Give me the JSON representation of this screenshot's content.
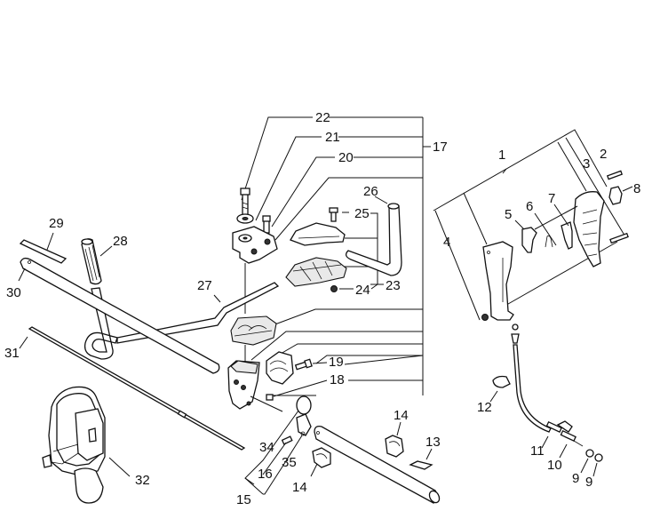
{
  "diagram": {
    "title": "Handle, shaft and harness exploded parts diagram",
    "labels": {
      "p1": "1",
      "p2": "2",
      "p3": "3",
      "p4": "4",
      "p5": "5",
      "p6": "6",
      "p7": "7",
      "p8": "8",
      "p9a": "9",
      "p9b": "9",
      "p10": "10",
      "p11": "11",
      "p12": "12",
      "p13": "13",
      "p14a": "14",
      "p14b": "14",
      "p15": "15",
      "p16": "16",
      "p17": "17",
      "p18": "18",
      "p19": "19",
      "p20": "20",
      "p21": "21",
      "p22": "22",
      "p23": "23",
      "p24": "24",
      "p25": "25",
      "p26": "26",
      "p27": "27",
      "p28": "28",
      "p29": "29",
      "p30": "30",
      "p31": "31",
      "p32": "32",
      "p34": "34",
      "p35": "35"
    },
    "parts": [
      {
        "id": "1",
        "name": "throttle-handle-assembly"
      },
      {
        "id": "2",
        "name": "screw"
      },
      {
        "id": "3",
        "name": "handle-half-right"
      },
      {
        "id": "4",
        "name": "handle-half-left"
      },
      {
        "id": "5",
        "name": "throttle-lockout"
      },
      {
        "id": "6",
        "name": "spring"
      },
      {
        "id": "7",
        "name": "throttle-trigger"
      },
      {
        "id": "8",
        "name": "switch"
      },
      {
        "id": "9",
        "name": "nut"
      },
      {
        "id": "10",
        "name": "adjuster"
      },
      {
        "id": "11",
        "name": "throttle-cable"
      },
      {
        "id": "12",
        "name": "cable-clamp"
      },
      {
        "id": "13",
        "name": "label"
      },
      {
        "id": "14",
        "name": "clamp"
      },
      {
        "id": "15",
        "name": "hanger-assembly"
      },
      {
        "id": "16",
        "name": "bolt"
      },
      {
        "id": "17",
        "name": "handle-bracket-assembly"
      },
      {
        "id": "18",
        "name": "square-nut"
      },
      {
        "id": "19",
        "name": "bolt"
      },
      {
        "id": "20",
        "name": "bolt"
      },
      {
        "id": "21",
        "name": "washer"
      },
      {
        "id": "22",
        "name": "bolt"
      },
      {
        "id": "23",
        "name": "handle-grip-assembly"
      },
      {
        "id": "24",
        "name": "nut"
      },
      {
        "id": "25",
        "name": "screw"
      },
      {
        "id": "26",
        "name": "handle-bar-right"
      },
      {
        "id": "27",
        "name": "handle-bar"
      },
      {
        "id": "28",
        "name": "grip"
      },
      {
        "id": "29",
        "name": "label"
      },
      {
        "id": "30",
        "name": "shaft-tube"
      },
      {
        "id": "31",
        "name": "drive-shaft"
      },
      {
        "id": "32",
        "name": "harness"
      },
      {
        "id": "34",
        "name": "ring"
      },
      {
        "id": "35",
        "name": "hanger-clamp"
      }
    ]
  }
}
